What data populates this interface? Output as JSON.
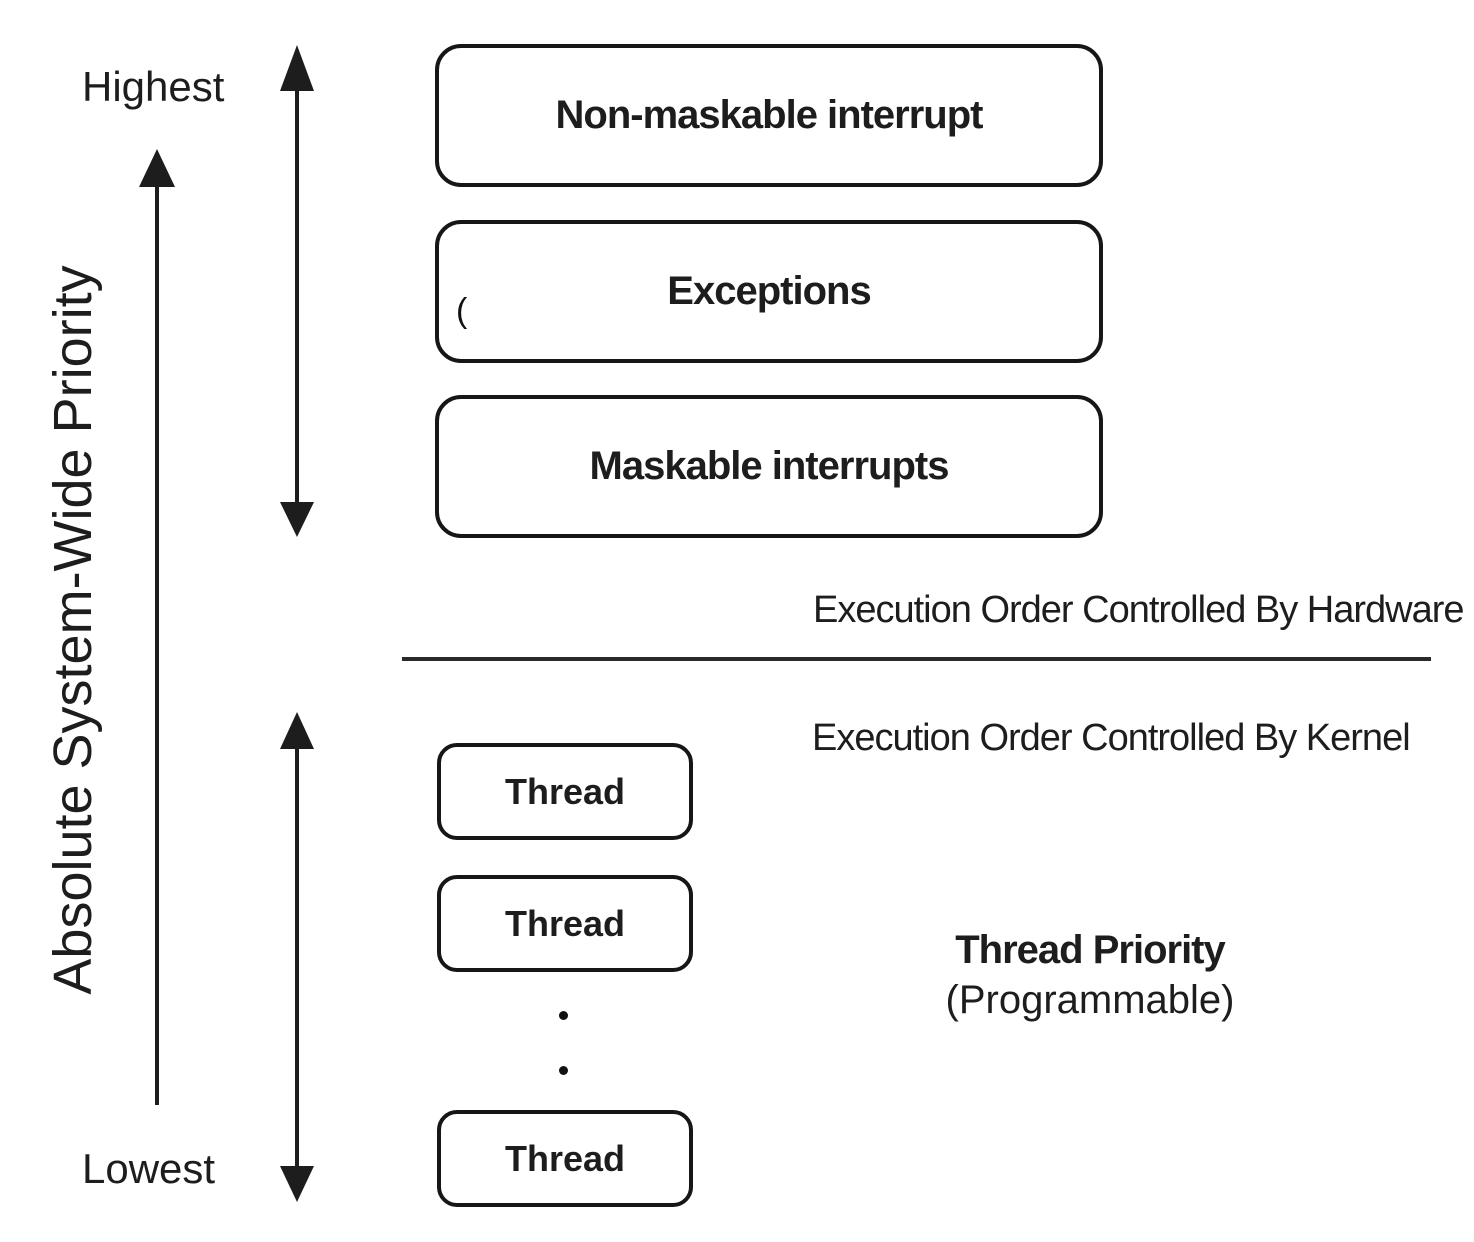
{
  "colors": {
    "ink": "#1d1d1d",
    "border": "#161616",
    "background": "#ffffff"
  },
  "priority_axis": {
    "label": "Absolute System-Wide Priority",
    "top_label": "Highest",
    "bottom_label": "Lowest"
  },
  "hardware_section": {
    "boxes": [
      "Non-maskable interrupt",
      "Exceptions",
      "Maskable interrupts"
    ],
    "stray_mark": "(",
    "caption": "Execution Order Controlled By Hardware"
  },
  "kernel_section": {
    "caption": "Execution Order Controlled By Kernel",
    "thread_boxes": [
      "Thread",
      "Thread",
      "Thread"
    ],
    "note": {
      "line1": "Thread Priority",
      "line2": "(Programmable)"
    }
  },
  "icons": {
    "axis_arrow": "up-arrow",
    "hardware_range_arrow": "up-down-arrow",
    "thread_range_arrow": "up-down-arrow"
  }
}
